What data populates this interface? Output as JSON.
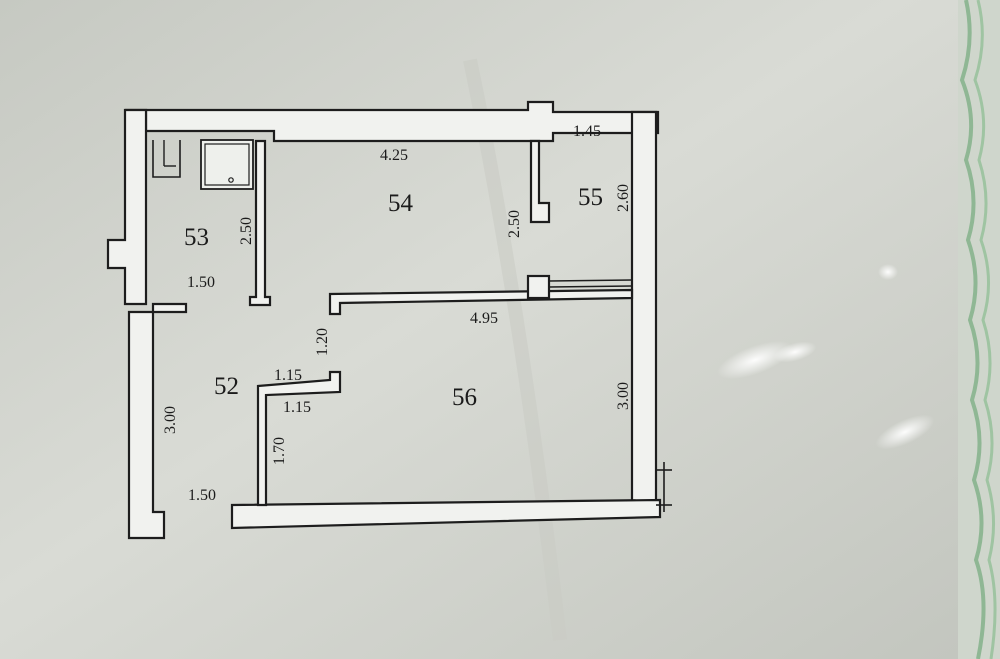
{
  "rooms": {
    "r52": "52",
    "r53": "53",
    "r54": "54",
    "r55": "55",
    "r56": "56"
  },
  "dimensions": {
    "d_4_25": "4.25",
    "d_1_45": "1.45",
    "d_2_50_a": "2.50",
    "d_2_50_b": "2.50",
    "d_2_60": "2.60",
    "d_1_50_top": "1.50",
    "d_4_95": "4.95",
    "d_1_20": "1.20",
    "d_1_15_a": "1.15",
    "d_1_15_b": "1.15",
    "d_3_00_left": "3.00",
    "d_3_00_right": "3.00",
    "d_1_70": "1.70",
    "d_1_50_bottom": "1.50"
  },
  "colors": {
    "paper": "#d5d8d1",
    "wall_fill": "#f1f2ef",
    "line": "#1d1d1d",
    "security_border": "#8fb794"
  }
}
